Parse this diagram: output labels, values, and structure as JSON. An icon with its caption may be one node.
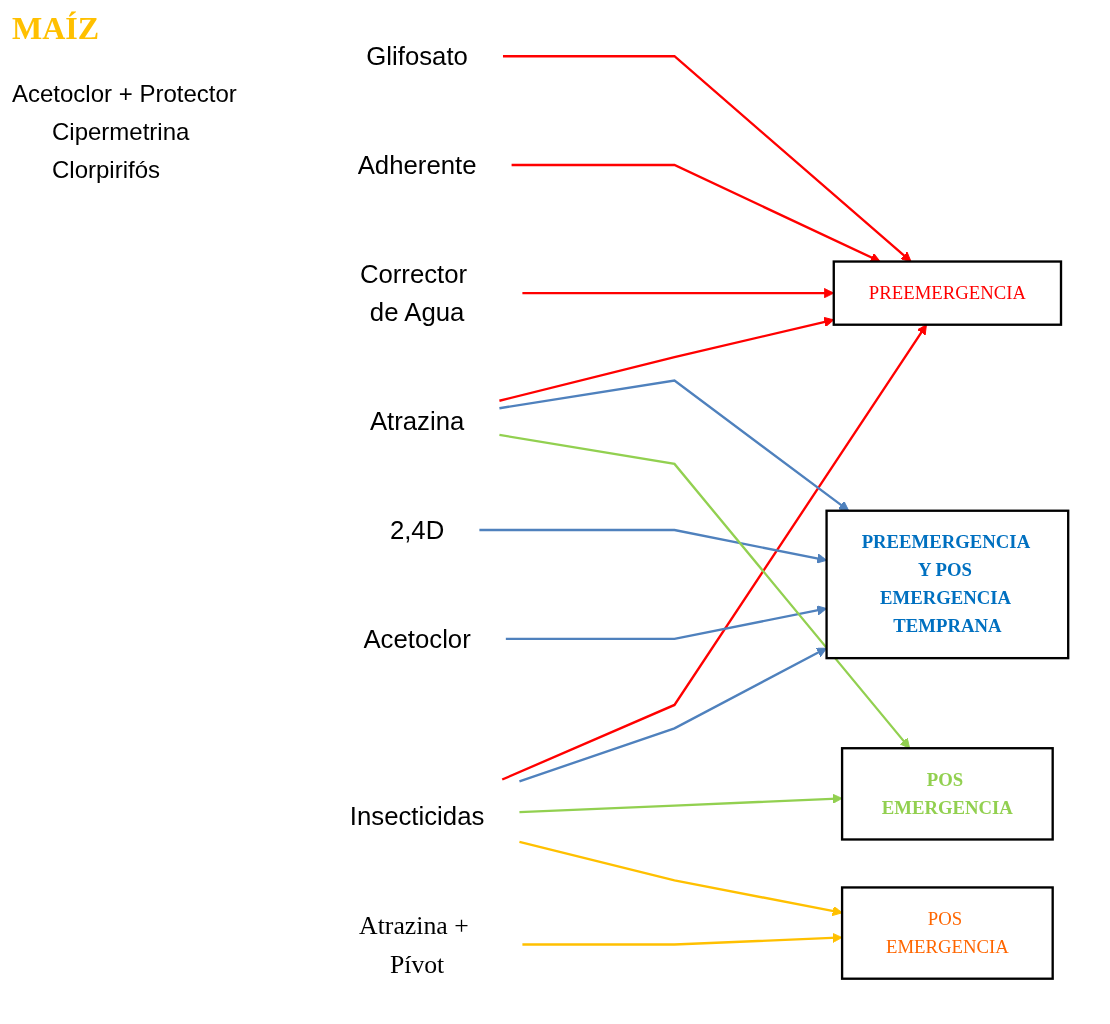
{
  "diagram": {
    "title": "MAÍZ",
    "nodes": [
      {
        "text": [
          "Glifosato"
        ]
      },
      {
        "text": [
          "Atrazina"
        ]
      },
      {
        "text": [
          "2,4D"
        ]
      },
      {
        "text": [
          "Acetoclor"
        ]
      },
      {
        "text": [
          "Atrazina + Pívot"
        ]
      },
      {
        "text": [
          "Insecticidas"
        ]
      },
      {
        "text": [
          "Corrector de Agua"
        ]
      },
      {
        "text": [
          "Adherente"
        ]
      },
      {
        "text": [
          "PREEMERGENCIA"
        ]
      },
      {
        "text": [
          "PREEMERGENCIA Y POS EMERGENCIA TEMPRANA"
        ]
      },
      {
        "text": [
          "POS EMERGENCIA"
        ]
      },
      {
        "text": [
          "POS EMERGENCIA"
        ]
      }
    ],
    "edges": [
      {
        "from": 0,
        "to": 8,
        "arrow": "to"
      },
      {
        "from": 1,
        "to": 8,
        "arrow": "to"
      },
      {
        "from": 5,
        "to": 8,
        "arrow": "to"
      },
      {
        "from": 7,
        "to": 8,
        "arrow": "to"
      },
      {
        "from": 6,
        "to": 8,
        "arrow": "to"
      },
      {
        "from": 1,
        "to": 9,
        "arrow": "to",
        "color": "#4f81bd"
      },
      {
        "from": 2,
        "to": 9,
        "arrow": "to",
        "color": "#4f81bd"
      },
      {
        "from": 3,
        "to": 9,
        "arrow": "to",
        "color": "#4f81bd"
      },
      {
        "from": 5,
        "to": 9,
        "arrow": "to",
        "color": "#4f81bd"
      },
      {
        "from": 1,
        "to": 10,
        "arrow": "to",
        "color": "#92d050"
      },
      {
        "from": 5,
        "to": 10,
        "arrow": "to",
        "color": "#92d050"
      },
      {
        "from": 4,
        "to": 11,
        "arrow": "to",
        "color": "#ffc000"
      },
      {
        "from": 5,
        "to": 11,
        "arrow": "to",
        "color": "#ffc000"
      }
    ],
    "labels": [
      "Acetoclor + Protector",
      "Cipermetrina",
      "Clorpirifós"
    ]
  }
}
